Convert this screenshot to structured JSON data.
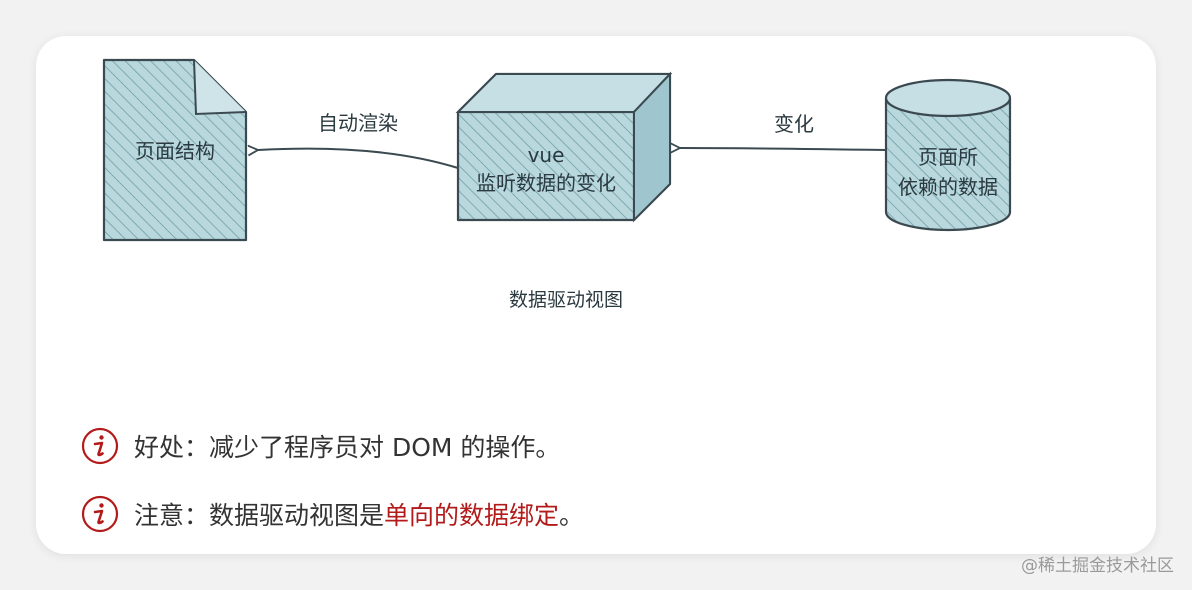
{
  "diagram": {
    "nodes": {
      "page_structure": "页面结构",
      "vue_line1": "vue",
      "vue_line2": "监听数据的变化",
      "data_line1": "页面所",
      "data_line2": "依赖的数据"
    },
    "edges": {
      "auto_render": "自动渲染",
      "change": "变化"
    },
    "caption": "数据驱动视图"
  },
  "notes": [
    {
      "icon": "info-icon",
      "text": "好处：减少了程序员对 DOM 的操作。"
    },
    {
      "icon": "info-icon",
      "text_before": "注意：数据驱动视图是",
      "text_highlight": "单向的数据绑定",
      "text_after": "。"
    }
  ],
  "colors": {
    "accent": "#b31b1b",
    "shape_fill": "#a9cdd4",
    "shape_stroke": "#3b4a50"
  },
  "watermark": "@稀土掘金技术社区"
}
